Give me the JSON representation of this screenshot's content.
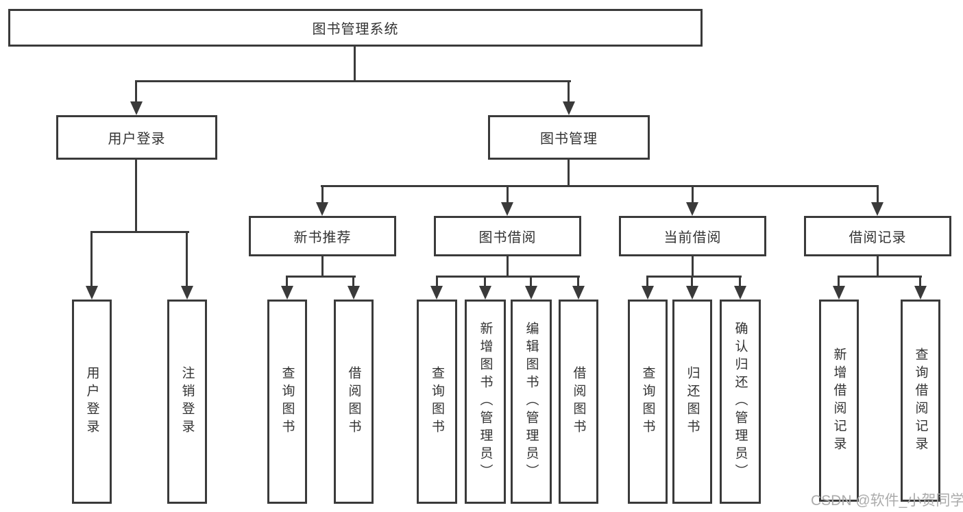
{
  "colors": {
    "line": "#3a3a3a",
    "text": "#333333",
    "background": "#ffffff",
    "watermark": "#ababab"
  },
  "watermark": "CSDN @软件_小贺同学",
  "diagram": {
    "root": {
      "label": "图书管理系统"
    },
    "branches": [
      {
        "label": "用户登录",
        "children": [
          "用户登录",
          "注销登录"
        ]
      },
      {
        "label": "图书管理",
        "children": [
          {
            "label": "新书推荐",
            "children": [
              "查询图书",
              "借阅图书"
            ]
          },
          {
            "label": "图书借阅",
            "children": [
              "查询图书",
              "新增图书（管理员）",
              "编辑图书（管理员）",
              "借阅图书"
            ]
          },
          {
            "label": "当前借阅",
            "children": [
              "查询图书",
              "归还图书",
              "确认归还（管理员）"
            ]
          },
          {
            "label": "借阅记录",
            "children": [
              "新增借阅记录",
              "查询借阅记录"
            ]
          }
        ]
      }
    ]
  }
}
